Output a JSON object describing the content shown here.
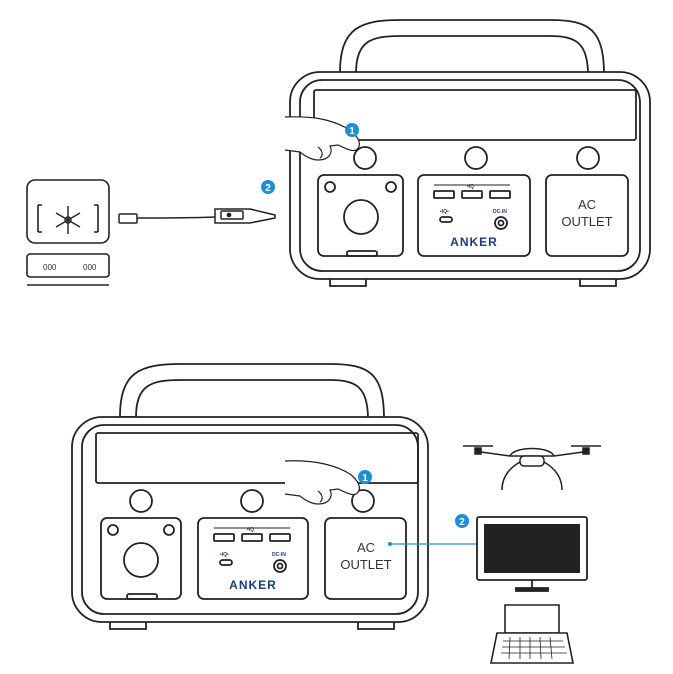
{
  "colors": {
    "accent": "#1e8fd6",
    "outline": "#222222",
    "brand": "#1a3d7c",
    "panel": "#ffffff"
  },
  "top_diagram": {
    "step1_number": "1",
    "step2_number": "2",
    "usb_qc_label": "•IQ",
    "usbc_label": "•IQ•",
    "dcin_label": "DC-IN",
    "brand": "ANKER",
    "ac_outlet_line1": "AC",
    "ac_outlet_line2": "OUTLET",
    "fridge_indicator_left": "000",
    "fridge_indicator_right": "000",
    "source_icon": "car-fridge-icon",
    "cable_icon": "car-charger-cable-icon"
  },
  "bottom_diagram": {
    "step1_number": "1",
    "step2_number": "2",
    "usb_qc_label": "•IQ",
    "usbc_label": "•IQ•",
    "dcin_label": "DC-IN",
    "brand": "ANKER",
    "ac_outlet_line1": "AC",
    "ac_outlet_line2": "OUTLET",
    "device_icons": [
      "drone-icon",
      "monitor-icon",
      "laptop-icon"
    ]
  }
}
